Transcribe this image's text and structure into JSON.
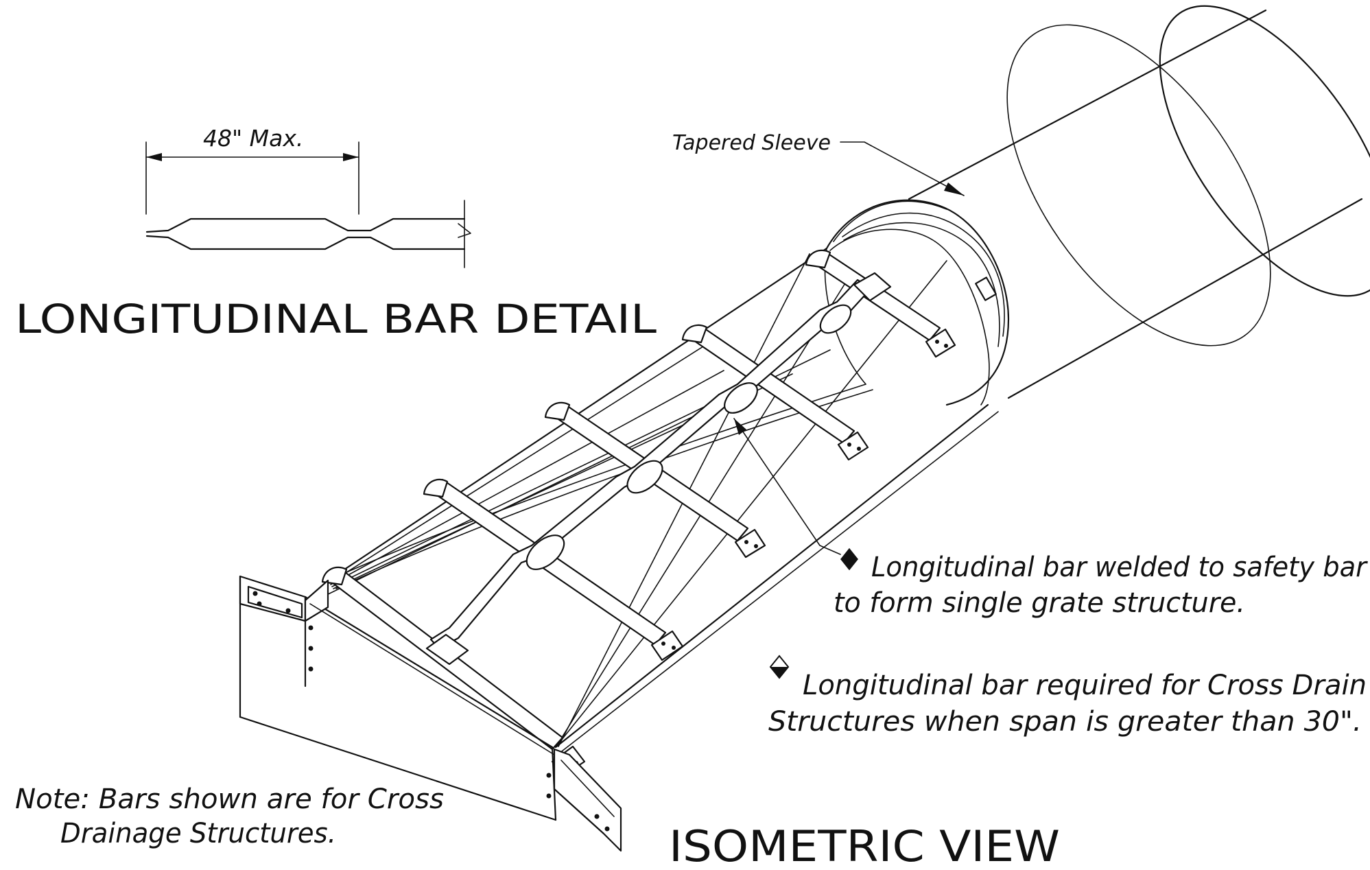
{
  "detail": {
    "title": "LONGITUDINAL BAR DETAIL",
    "dimension": "48\" Max."
  },
  "view": {
    "title": "ISOMETRIC VIEW"
  },
  "labels": {
    "tapered_sleeve": "Tapered Sleeve",
    "callout1_line1": "Longitudinal bar welded to safety bar",
    "callout1_line2": "to form  single grate structure.",
    "callout2_line1": "Longitudinal bar required for Cross Drain",
    "callout2_line2": "Structures when span is greater than 30\".",
    "note_line1": "Note: Bars shown are for Cross",
    "note_line2": "Drainage Structures."
  },
  "symbols": {
    "callout1": "filled-diamond-icon",
    "callout2": "half-filled-diamond-icon"
  }
}
